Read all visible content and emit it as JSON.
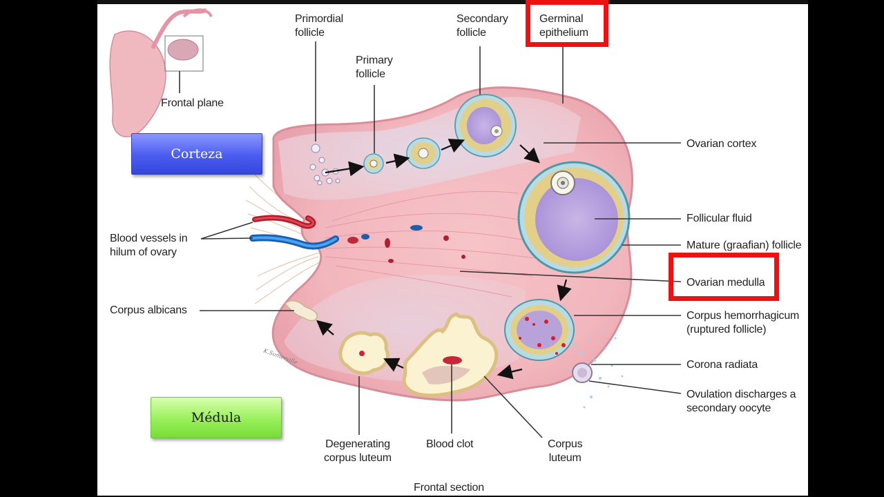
{
  "slide": {
    "buttons": {
      "corteza": "Corteza",
      "medula": "Médula"
    }
  },
  "diagram": {
    "labels": {
      "primordial_follicle": "Primordial\nfollicle",
      "primary_follicle": "Primary\nfollicle",
      "secondary_follicle": "Secondary\nfollicle",
      "germinal_epithelium": "Germinal\nepithelium",
      "frontal_plane": "Frontal plane",
      "ovarian_cortex": "Ovarian cortex",
      "follicular_fluid": "Follicular fluid",
      "mature_follicle": "Mature (graafian) follicle",
      "ovarian_medulla": "Ovarian medulla",
      "blood_vessels": "Blood vessels in\nhilum of ovary",
      "corpus_albicans": "Corpus albicans",
      "corpus_hemorrhagicum": "Corpus hemorrhagicum\n(ruptured follicle)",
      "corona_radiata": "Corona radiata",
      "ovulation": "Ovulation discharges a\nsecondary oocyte",
      "degenerating_corpus_luteum": "Degenerating\ncorpus luteum",
      "blood_clot": "Blood clot",
      "corpus_luteum": "Corpus\nluteum",
      "frontal_section": "Frontal section"
    },
    "highlight_color": "#ee1111"
  }
}
